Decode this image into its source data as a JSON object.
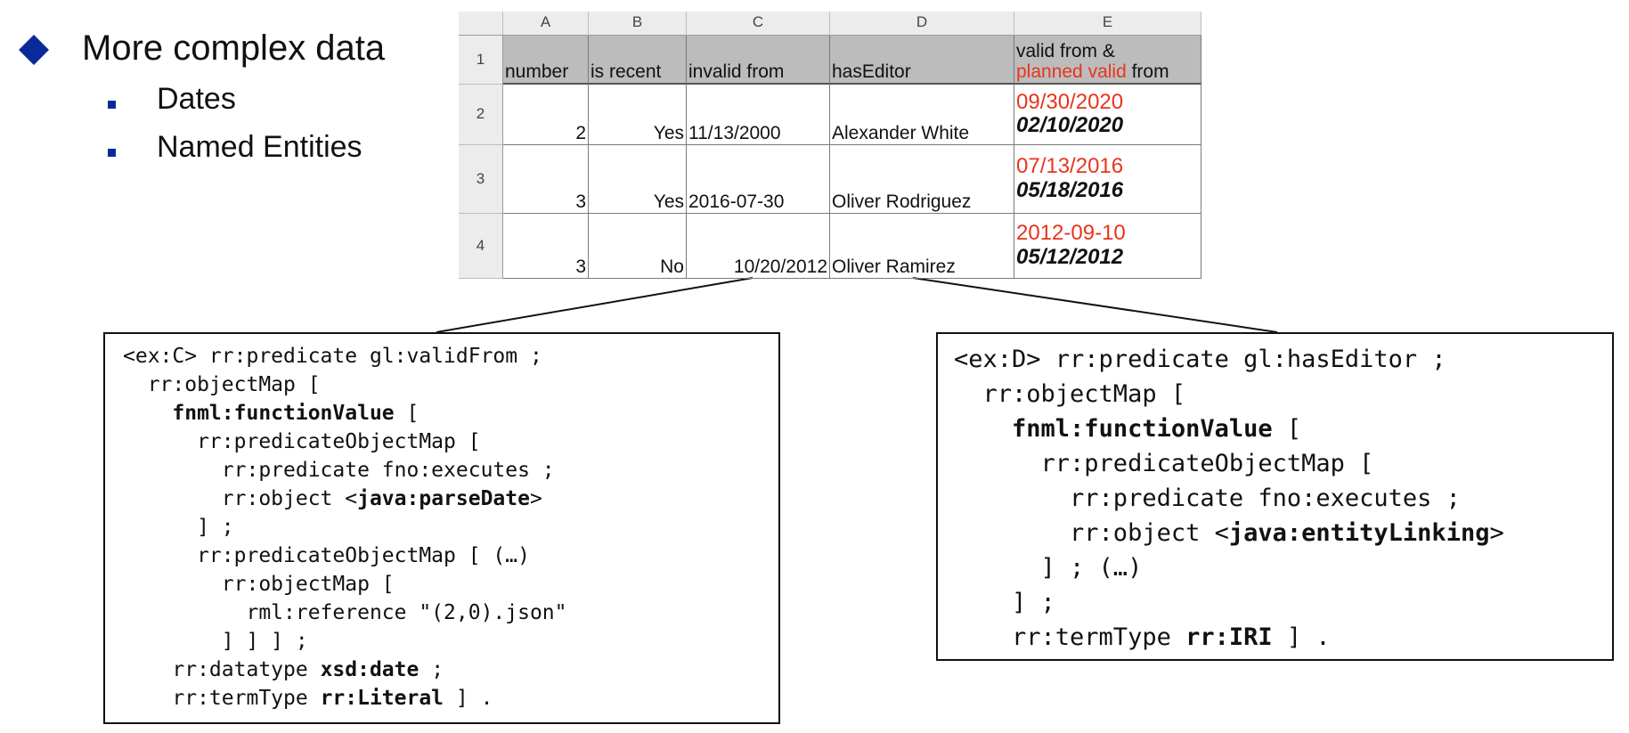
{
  "bullets": {
    "main": "More complex data",
    "sub": [
      "Dates",
      "Named Entities"
    ]
  },
  "spreadsheet": {
    "columns": [
      "A",
      "B",
      "C",
      "D",
      "E"
    ],
    "rows": [
      "1",
      "2",
      "3",
      "4"
    ],
    "header": {
      "a": "number",
      "b": "is recent",
      "c": "invalid from",
      "d": "hasEditor",
      "e_line1": "valid from &",
      "e_line2_red": "planned valid",
      "e_line2_rest": " from"
    },
    "data": [
      {
        "a": "2",
        "b": "Yes",
        "c": "11/13/2000",
        "d": "Alexander White",
        "e_red": "09/30/2020",
        "e_ital": "02/10/2020"
      },
      {
        "a": "3",
        "b": "Yes",
        "c": "2016-07-30",
        "d": "Oliver Rodriguez",
        "e_red": "07/13/2016",
        "e_ital": "05/18/2016"
      },
      {
        "a": "3",
        "b": "No",
        "c": "10/20/2012",
        "d": "Oliver Ramirez",
        "e_red": "2012-09-10",
        "e_ital": "05/12/2012"
      }
    ],
    "colors": {
      "header_bg": "#bcbcbc",
      "accent_red": "#e8341c"
    }
  },
  "code_left": {
    "l1": "<ex:C> rr:predicate gl:validFrom ;",
    "l2": "  rr:objectMap [",
    "l3_bold": "fnml:functionValue",
    "l3_rest": " [",
    "l4": "      rr:predicateObjectMap [",
    "l5": "        rr:predicate fno:executes ;",
    "l6_pre": "        rr:object <",
    "l6_bold": "java:parseDate",
    "l6_post": ">",
    "l7": "      ] ;",
    "l8": "      rr:predicateObjectMap [ (…)",
    "l9": "        rr:objectMap [",
    "l10": "          rml:reference \"(2,0).json\"",
    "l11": "        ] ] ] ;",
    "l12_pre": "    rr:datatype ",
    "l12_bold": "xsd:date",
    "l12_post": " ;",
    "l13_pre": "    rr:termType ",
    "l13_bold": "rr:Literal",
    "l13_post": " ] ."
  },
  "code_right": {
    "l1": "<ex:D> rr:predicate gl:hasEditor ;",
    "l2": "  rr:objectMap [",
    "l3_bold": "fnml:functionValue",
    "l3_rest": " [",
    "l4": "      rr:predicateObjectMap [",
    "l5": "        rr:predicate fno:executes ;",
    "l6_pre": "        rr:object <",
    "l6_bold": "java:entityLinking",
    "l6_post": ">",
    "l7": "      ] ; (…)",
    "l8": "    ] ;",
    "l9_pre": "    rr:termType ",
    "l9_bold": "rr:IRI",
    "l9_post": " ] ."
  },
  "colors": {
    "bullet": "#0b2a9a"
  }
}
